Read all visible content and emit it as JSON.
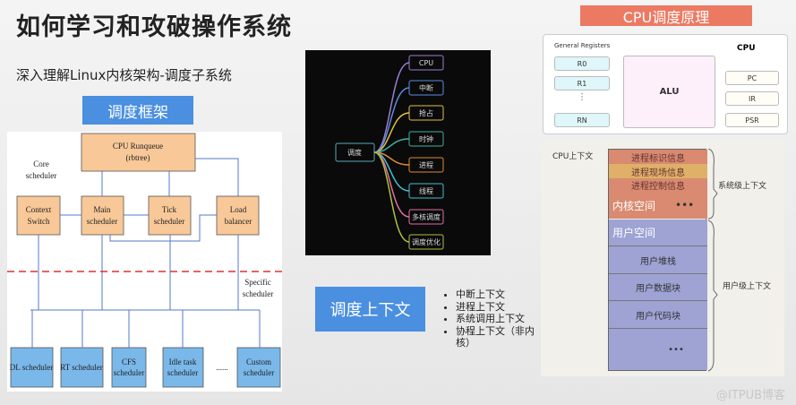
{
  "title": "如何学习和攻破操作系统",
  "subtitle": "深入理解Linux内核架构-调度子系统",
  "framework_label": "调度框架",
  "diagram": {
    "runqueue": [
      "CPU Runqueue",
      "(rbtree)"
    ],
    "core_label": [
      "Core",
      "scheduler"
    ],
    "specific_label": [
      "Specific",
      "scheduler"
    ],
    "context_switch": [
      "Context",
      "Switch"
    ],
    "main": [
      "Main",
      "scheduler"
    ],
    "tick": [
      "Tick",
      "scheduler"
    ],
    "load": [
      "Load",
      "balancer"
    ],
    "dl": "DL scheduler",
    "rt": "RT scheduler",
    "cfs": [
      "CFS",
      "scheduler"
    ],
    "idle": [
      "Idle task",
      "scheduler"
    ],
    "dots": "......",
    "custom": [
      "Custom",
      "scheduler"
    ]
  },
  "mindmap": {
    "center": "调度",
    "nodes": [
      "CPU",
      "中断",
      "抢占",
      "时钟",
      "进程",
      "线程",
      "多核调度",
      "调度优化"
    ],
    "colors": [
      "#9a7fd1",
      "#5b8de0",
      "#e0c040",
      "#40b0a0",
      "#e08a30",
      "#40c0d0",
      "#e070a0",
      "#b0c040"
    ]
  },
  "context_label": "调度上下文",
  "context_items": [
    "中断上下文",
    "进程上下文",
    "系统调用上下文",
    "协程上下文（非内核）"
  ],
  "cpu": {
    "title": "CPU调度原理",
    "general_registers": "General Registers",
    "regs": [
      "R0",
      "R1",
      "⋮",
      "RN"
    ],
    "alu": "ALU",
    "cpu_label": "CPU",
    "special": [
      "PC",
      "IR",
      "PSR"
    ]
  },
  "stack": {
    "cpu_ctx": "CPU上下文",
    "rows": [
      "进程标识信息",
      "进程现场信息",
      "进程控制信息"
    ],
    "kernel": "内核空间",
    "kernel_dots": "•••",
    "user": "用户空间",
    "user_rows": [
      "用户堆栈",
      "用户数据块",
      "用户代码块"
    ],
    "user_dots": "•••",
    "sys_ctx": "系统级上下文",
    "user_ctx": "用户级上下文"
  },
  "watermark": "@ITPUB博客"
}
